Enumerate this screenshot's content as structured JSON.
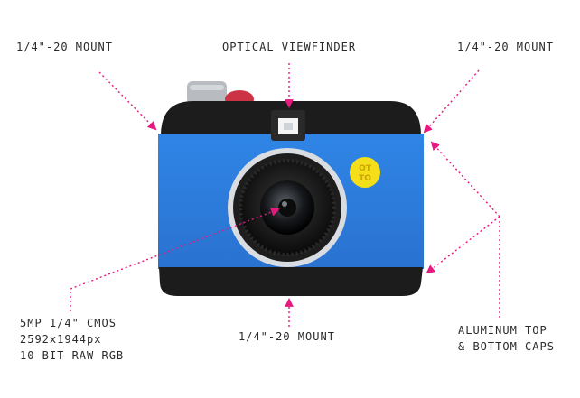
{
  "labels": {
    "mount_top_left": "1/4\"-20 MOUNT",
    "optical_viewfinder": "OPTICAL VIEWFINDER",
    "mount_top_right": "1/4\"-20 MOUNT",
    "sensor_line1": "5MP 1/4\" CMOS",
    "sensor_line2": "2592x1944px",
    "sensor_line3": "10 BIT RAW RGB",
    "mount_bottom": "1/4\"-20 MOUNT",
    "caps_line1": "ALUMINUM TOP",
    "caps_line2": "& BOTTOM CAPS"
  },
  "badge": {
    "line1": "OT",
    "line2": "TO"
  },
  "colors": {
    "body_blue": "#2f7fe0",
    "caps_black": "#1c1c1c",
    "button_yellow": "#f5df1a",
    "shutter_red": "#cc3344",
    "arrow_magenta": "#e6197e"
  }
}
